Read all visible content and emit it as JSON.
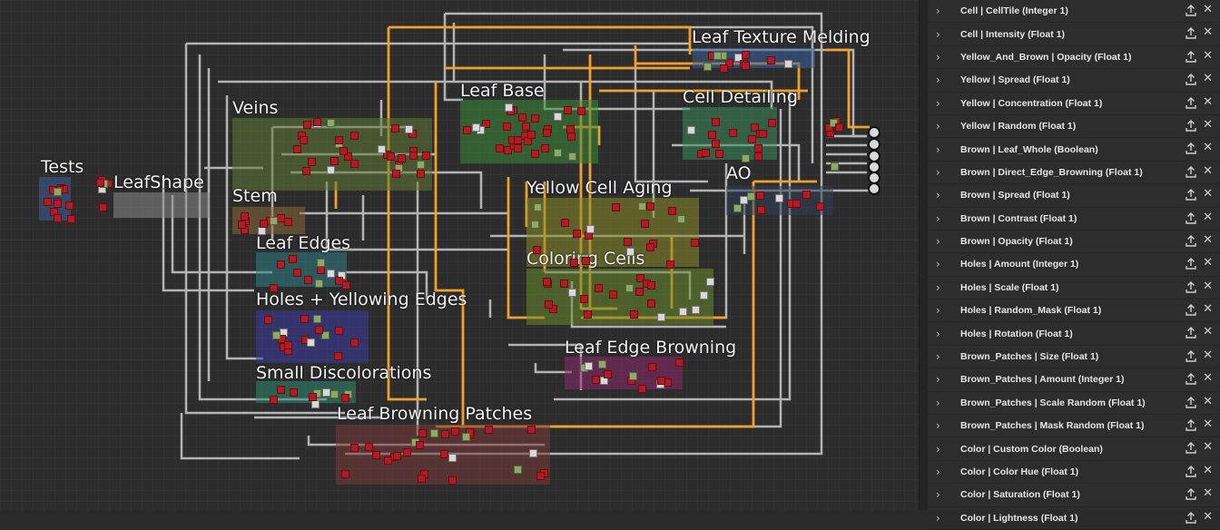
{
  "graph": {
    "frames": [
      {
        "title": "Tests"
      },
      {
        "title": "LeafShape"
      },
      {
        "title": "Veins"
      },
      {
        "title": "Stem"
      },
      {
        "title": "Leaf Edges"
      },
      {
        "title": "Holes + Yellowing Edges"
      },
      {
        "title": "Small Discolorations"
      },
      {
        "title": "Leaf Browning Patches"
      },
      {
        "title": "Leaf Base"
      },
      {
        "title": "Yellow Cell Aging"
      },
      {
        "title": "Coloring Cells"
      },
      {
        "title": "Leaf Edge Browning"
      },
      {
        "title": "Leaf Texture Melding"
      },
      {
        "title": "Cell Detailing"
      },
      {
        "title": "AO"
      }
    ]
  },
  "parameters": [
    {
      "label": "Cell | CellTile (Integer 1)"
    },
    {
      "label": "Cell | Intensity (Float 1)"
    },
    {
      "label": "Yellow_And_Brown | Opacity (Float 1)"
    },
    {
      "label": "Yellow | Spread (Float 1)"
    },
    {
      "label": "Yellow | Concentration (Float 1)"
    },
    {
      "label": "Yellow | Random (Float 1)"
    },
    {
      "label": "Brown | Leaf_Whole (Boolean)"
    },
    {
      "label": "Brown | Direct_Edge_Browning (Float 1)"
    },
    {
      "label": "Brown | Spread (Float 1)"
    },
    {
      "label": "Brown | Contrast (Float 1)"
    },
    {
      "label": "Brown | Opacity (Float 1)"
    },
    {
      "label": "Holes | Amount (Integer 1)"
    },
    {
      "label": "Holes | Scale (Float 1)"
    },
    {
      "label": "Holes | Random_Mask (Float 1)"
    },
    {
      "label": "Holes | Rotation (Float 1)"
    },
    {
      "label": "Brown_Patches | Size (Float 1)"
    },
    {
      "label": "Brown_Patches | Amount (Integer 1)"
    },
    {
      "label": "Brown_Patches | Scale Random (Float 1)"
    },
    {
      "label": "Brown_Patches | Mask Random (Float 1)"
    },
    {
      "label": "Color | Custom Color (Boolean)"
    },
    {
      "label": "Color | Color Hue (Float 1)"
    },
    {
      "label": "Color | Saturation (Float 1)"
    },
    {
      "label": "Color | Lightness (Float 1)"
    }
  ],
  "icons": {
    "expand": "chevron-right-icon",
    "export": "upload-icon",
    "remove": "close-icon"
  },
  "colors": {
    "wire_gray": "#b4b4b4",
    "wire_orange": "#f0a030",
    "node_red": "#b31b24"
  }
}
